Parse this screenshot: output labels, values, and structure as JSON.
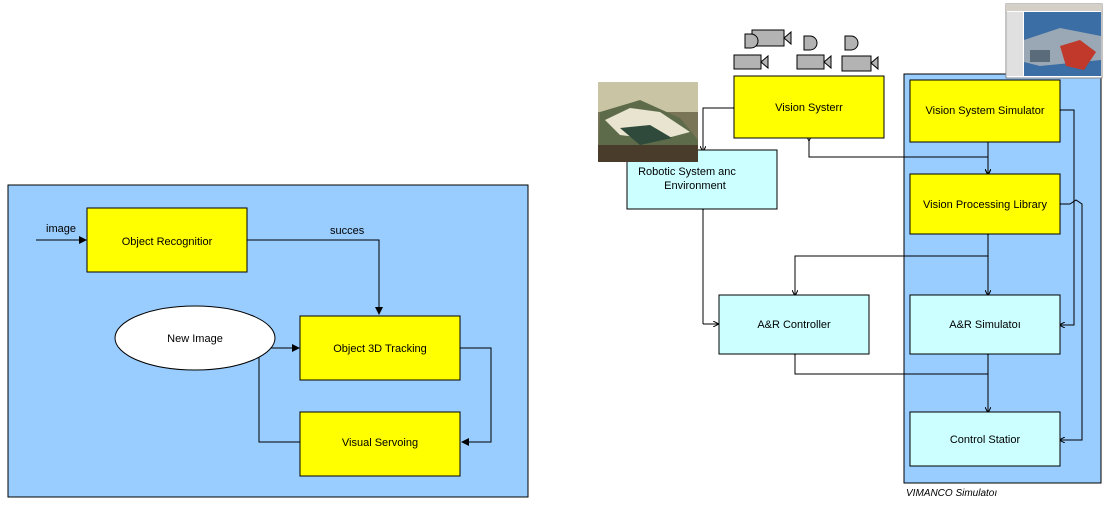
{
  "left_diagram": {
    "input_label": "image",
    "success_label": "succes",
    "nodes": {
      "object_recognition": "Object Recognitior",
      "new_image": "New Image",
      "object_3d_tracking": "Object 3D Tracking",
      "visual_servoing": "Visual Servoing"
    }
  },
  "right_diagram": {
    "nodes": {
      "vision_system": "Vision Systerr",
      "robotic_system_line1": "Robotic System anc",
      "robotic_system_line2": "Environment",
      "ar_controller": "A&R Controller",
      "vision_system_simulator": "Vision System Simulator",
      "vision_processing_library": "Vision Processing Library",
      "ar_simulator": "A&R Simulatoı",
      "control_station": "Control Statior"
    },
    "simulator_caption": "VIMANCO Simulatoı"
  },
  "colors": {
    "panel_blue": "#99ccff",
    "box_yellow": "#ffff00",
    "box_cyan": "#ccffff",
    "camera_gray": "#b3b3b3"
  }
}
